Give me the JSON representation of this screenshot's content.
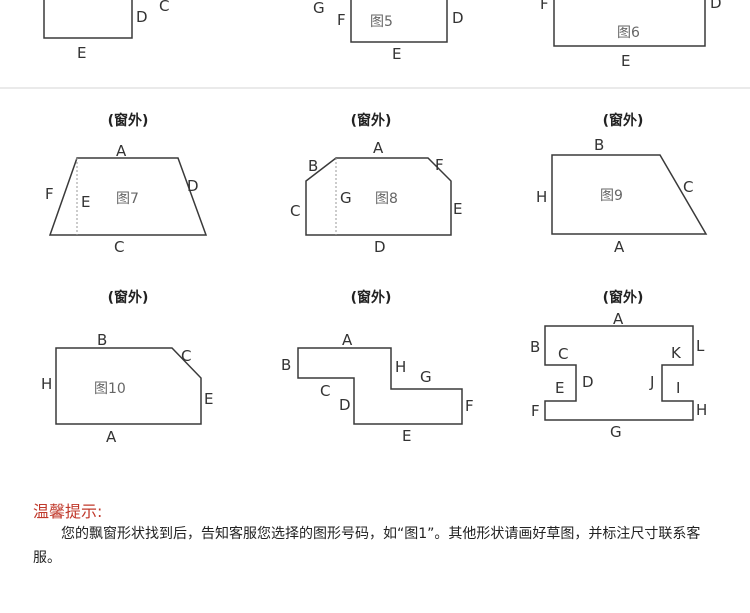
{
  "palette": {
    "line": "#3a3a3a",
    "dash": "#9a9a9a",
    "label": "#333333",
    "separator": "#cfcfcf",
    "tip_title": "#c0392b"
  },
  "header_text": "(窗外)",
  "shapes": {
    "fig_top1": {
      "labels": [
        "C",
        "D",
        "E"
      ]
    },
    "fig5": {
      "name": "图5",
      "labels": [
        "G",
        "F",
        "D",
        "E"
      ]
    },
    "fig6": {
      "name": "图6",
      "labels": [
        "F",
        "D",
        "E"
      ]
    },
    "fig7": {
      "name": "图7",
      "labels": [
        "A",
        "F",
        "E",
        "D",
        "C"
      ]
    },
    "fig8": {
      "name": "图8",
      "labels": [
        "B",
        "A",
        "F",
        "C",
        "G",
        "E",
        "D"
      ]
    },
    "fig9": {
      "name": "图9",
      "labels": [
        "B",
        "H",
        "C",
        "A"
      ]
    },
    "fig10": {
      "name": "图10",
      "labels": [
        "B",
        "C",
        "H",
        "E",
        "A"
      ]
    },
    "fig11": {
      "labels": [
        "A",
        "B",
        "H",
        "C",
        "G",
        "D",
        "F",
        "E"
      ]
    },
    "fig12": {
      "labels": [
        "A",
        "B",
        "L",
        "C",
        "K",
        "E",
        "D",
        "J",
        "I",
        "F",
        "H",
        "G"
      ]
    }
  },
  "tip": {
    "title": "温馨提示:",
    "text": "您的飘窗形状找到后，告知客服您选择的图形号码，如“图1”。其他形状请画好草图，并标注尺寸联系客服。"
  }
}
